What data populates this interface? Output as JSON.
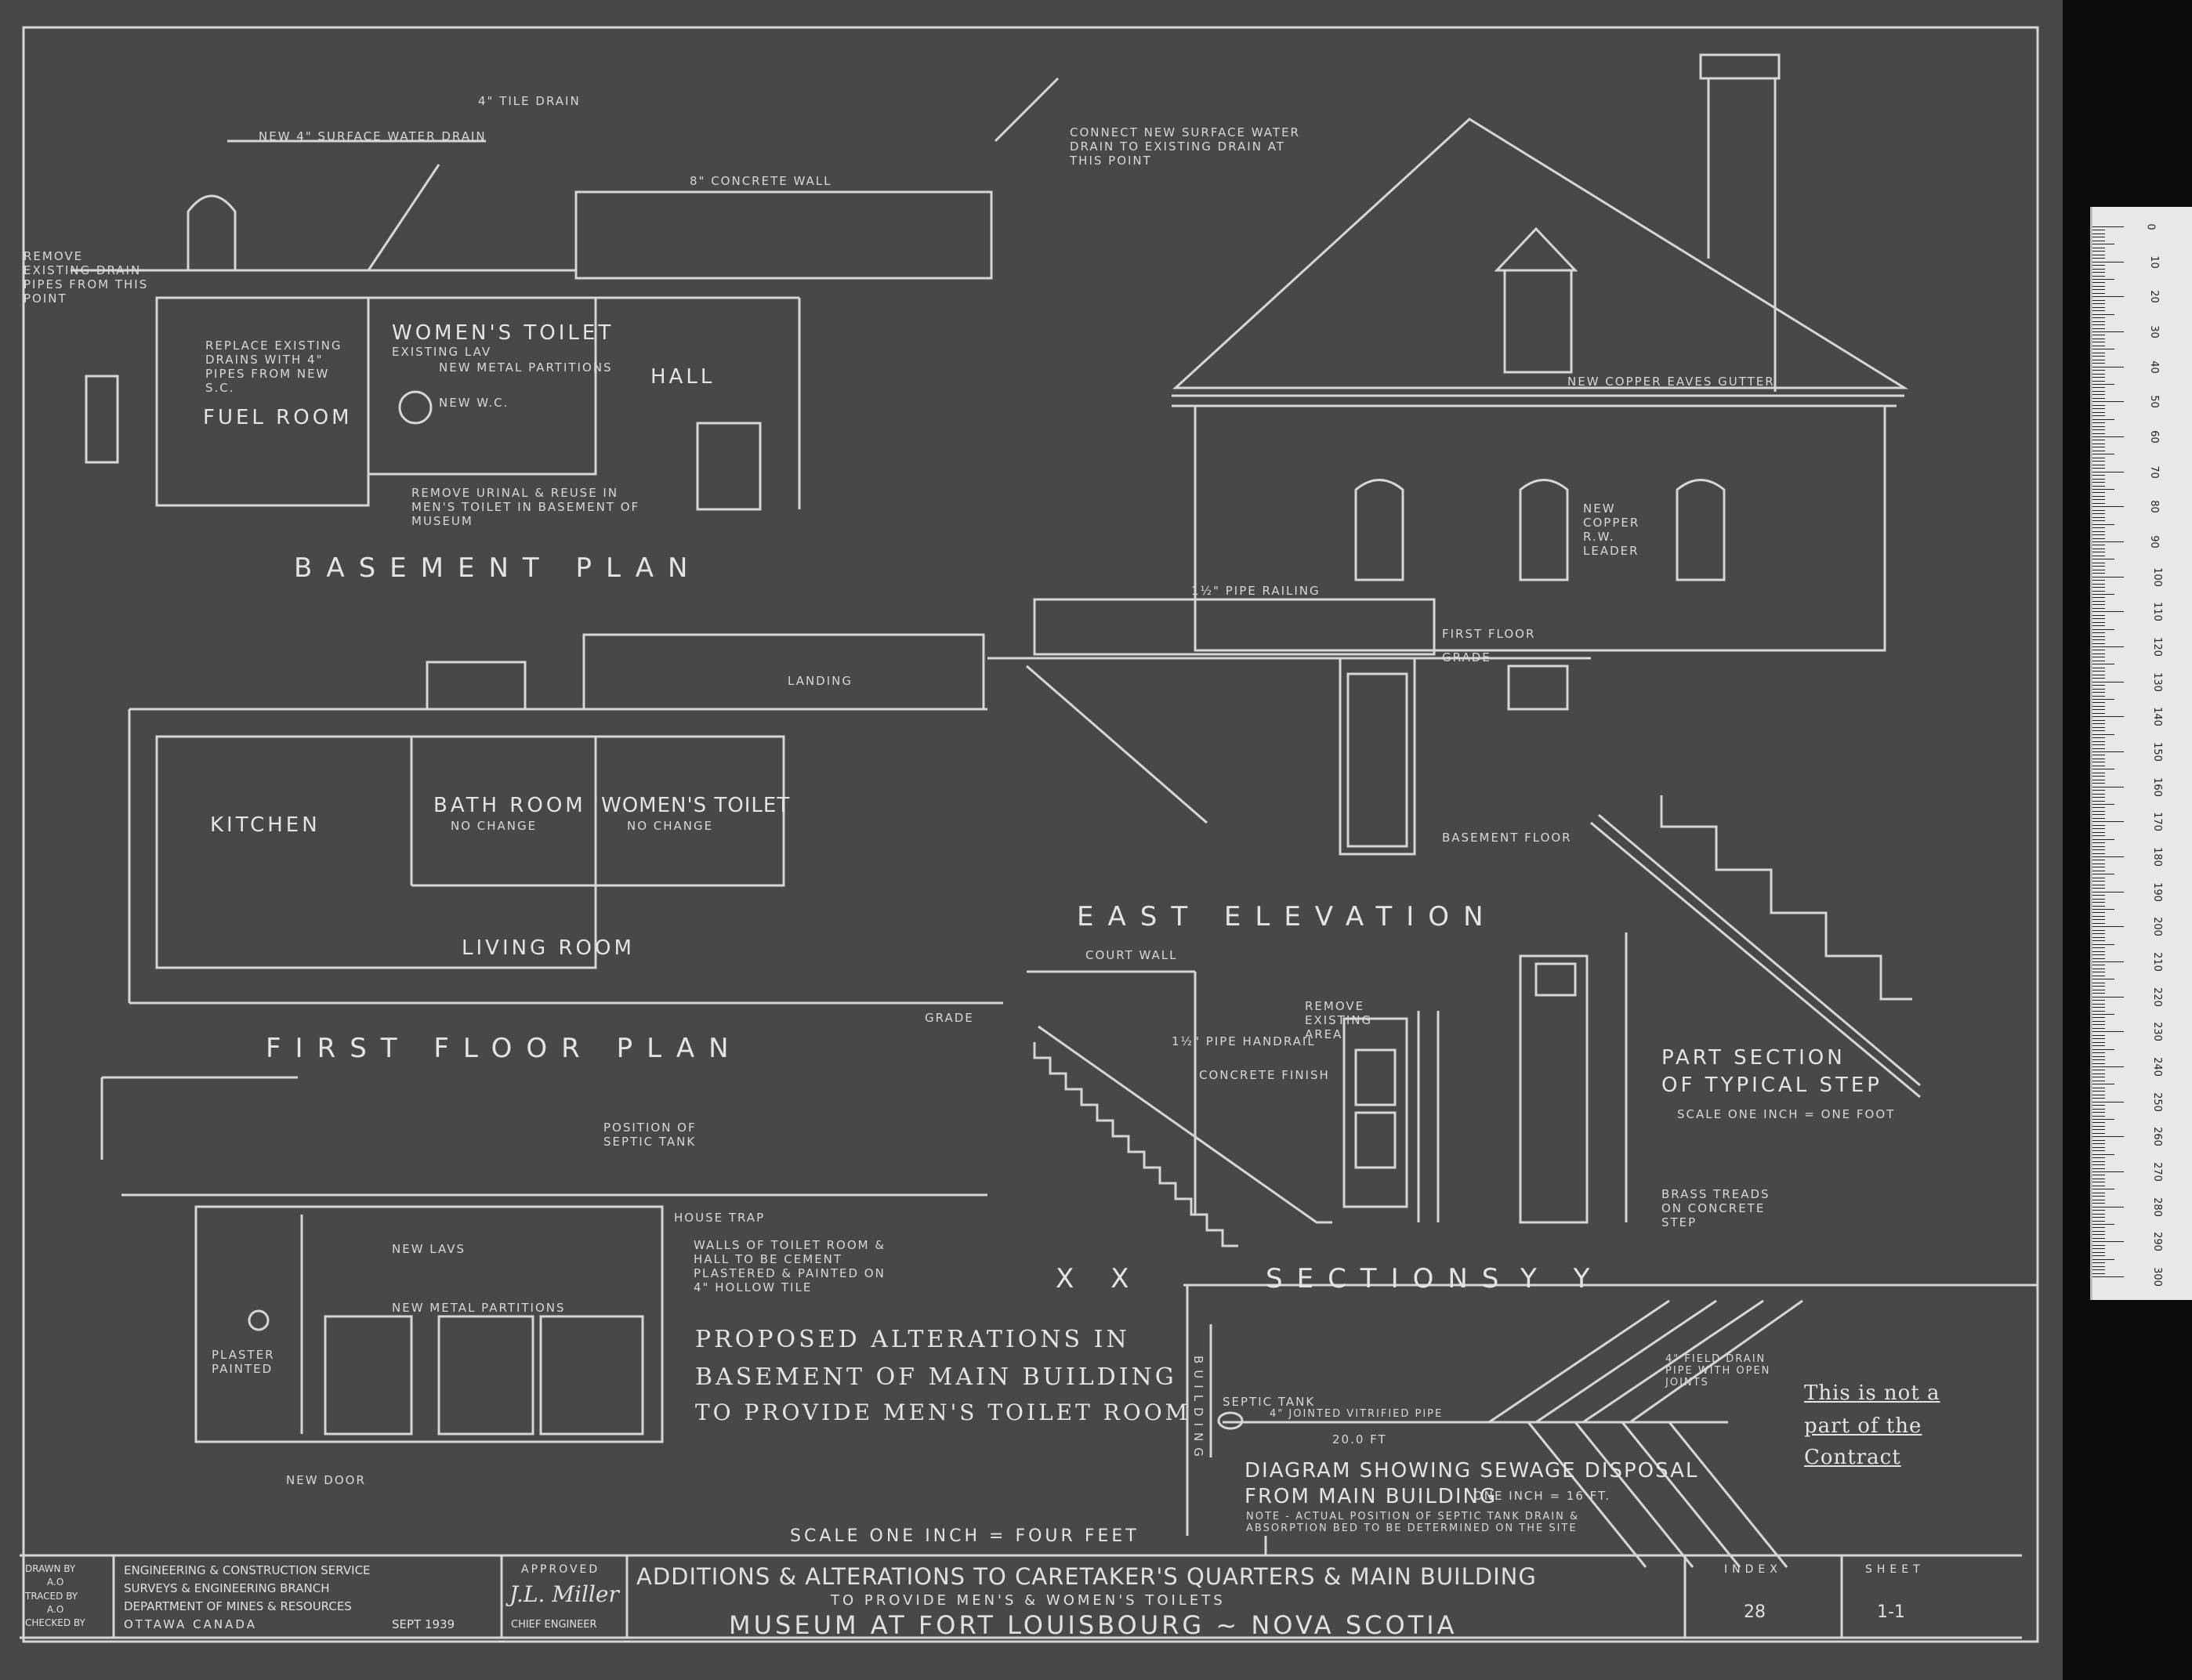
{
  "drawing": {
    "basement_plan": {
      "title": "BASEMENT PLAN",
      "rooms": [
        "FUEL ROOM",
        "WOMEN'S TOILET",
        "HALL"
      ],
      "notes": [
        "NEW 4\" SURFACE WATER DRAIN",
        "4\" TILE DRAIN",
        "REMOVE EXISTING DRAIN PIPES FROM THIS POINT",
        "REPLACE EXISTING DRAINS WITH 4\" PIPES FROM NEW S.C.",
        "8\" CONCRETE WALL",
        "CONNECT NEW SURFACE WATER DRAIN TO EXISTING DRAIN AT THIS POINT",
        "REMOVE URINAL & REUSE IN MEN'S TOILET IN BASEMENT OF MUSEUM",
        "NEW METAL PARTITIONS",
        "EXISTING LAV",
        "NEW W.C."
      ]
    },
    "first_floor_plan": {
      "title": "FIRST FLOOR PLAN",
      "rooms": [
        "KITCHEN",
        "BATH ROOM",
        "WOMEN'S TOILET",
        "LIVING ROOM"
      ],
      "no_change": "NO CHANGE",
      "notes": [
        "LANDING",
        "1½\" PIPE RAILING"
      ]
    },
    "east_elevation": {
      "title": "EAST ELEVATION",
      "notes": [
        "NEW COPPER EAVES GUTTER",
        "NEW COPPER R.W. LEADER",
        "FIRST FLOOR",
        "GRADE",
        "BASEMENT FLOOR"
      ]
    },
    "sections": {
      "title": "SECTIONS",
      "x_label": "X X",
      "y_label": "Y Y",
      "notes": [
        "GRADE",
        "COURT WALL",
        "1½\" PIPE HANDRAIL",
        "REMOVE EXISTING AREA",
        "CONCRETE FINISH",
        "BRASS TREADS ON CONCRETE STEP"
      ]
    },
    "part_section": {
      "title": "PART SECTION",
      "subtitle": "OF TYPICAL STEP",
      "scale": "SCALE ONE INCH = ONE FOOT"
    },
    "proposed": {
      "line1": "PROPOSED ALTERATIONS IN",
      "line2": "BASEMENT OF MAIN BUILDING",
      "line3": "TO PROVIDE MEN'S TOILET ROOM",
      "notes": [
        "POSITION OF SEPTIC TANK",
        "WALLS OF TOILET ROOM & HALL TO BE CEMENT PLASTERED & PAINTED ON 4\" HOLLOW TILE",
        "NEW LAVS",
        "NEW METAL PARTITIONS",
        "HOUSE TRAP",
        "PLASTER PAINTED",
        "NEW DOOR"
      ],
      "scale": "SCALE ONE INCH = FOUR FEET"
    },
    "sewage": {
      "line1": "DIAGRAM SHOWING SEWAGE DISPOSAL",
      "line2": "FROM MAIN BUILDING",
      "scale": "ONE INCH = 16 FT.",
      "building": "BUILDING",
      "septic": "SEPTIC TANK",
      "pipe": "4\" JOINTED VITRIFIED PIPE",
      "field": "4\" FIELD DRAIN PIPE WITH OPEN JOINTS",
      "distance": "20.0 FT",
      "note": "NOTE - ACTUAL POSITION OF SEPTIC TANK DRAIN & ABSORPTION BED TO BE DETERMINED ON THE SITE"
    },
    "not_contract": [
      "This is not a",
      "part of the",
      "Contract"
    ]
  },
  "title_block": {
    "drawn_by": "DRAWN BY",
    "traced_by": "TRACED BY",
    "checked_by": "CHECKED BY",
    "initials": [
      "A.O",
      "A.O"
    ],
    "org": [
      "ENGINEERING & CONSTRUCTION SERVICE",
      "SURVEYS & ENGINEERING BRANCH",
      "DEPARTMENT OF MINES & RESOURCES"
    ],
    "city": "OTTAWA CANADA",
    "date": "SEPT 1939",
    "approved": "APPROVED",
    "signature": "J.L. Miller",
    "chief": "CHIEF ENGINEER",
    "title1": "ADDITIONS & ALTERATIONS TO CARETAKER'S QUARTERS & MAIN BUILDING",
    "title2": "TO PROVIDE MEN'S & WOMEN'S TOILETS",
    "title3": "MUSEUM AT FORT LOUISBOURG ~ NOVA SCOTIA",
    "index_label": "INDEX",
    "index": "28",
    "sheet_label": "SHEET",
    "sheet": "1-1"
  },
  "ruler": {
    "numbers": [
      "0",
      "10",
      "20",
      "30",
      "40",
      "50",
      "60",
      "70",
      "80",
      "90",
      "100",
      "110",
      "120",
      "130",
      "140",
      "150",
      "160",
      "170",
      "180",
      "190",
      "200",
      "210",
      "220",
      "230",
      "240",
      "250",
      "260",
      "270",
      "280",
      "290",
      "300"
    ]
  }
}
